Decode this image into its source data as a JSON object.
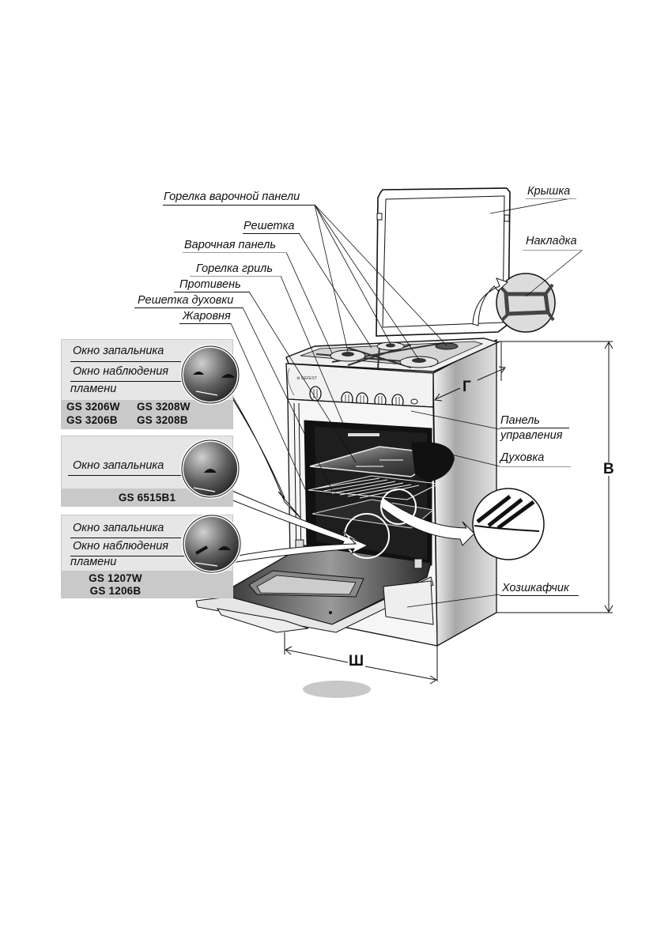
{
  "diagram": {
    "title": "Gas cooker components",
    "labels_left": [
      {
        "id": "hob-burner",
        "text": "Горелка варочной панели"
      },
      {
        "id": "grate",
        "text": "Решетка"
      },
      {
        "id": "hob",
        "text": "Варочная панель"
      },
      {
        "id": "grill-burner",
        "text": "Горелка гриль"
      },
      {
        "id": "baking-tray",
        "text": "Противень"
      },
      {
        "id": "oven-rack",
        "text": "Решетка духовки"
      },
      {
        "id": "roasting-pan",
        "text": "Жаровня"
      }
    ],
    "labels_right": [
      {
        "id": "lid",
        "text": "Крышка"
      },
      {
        "id": "burner-cap",
        "text": "Накладка"
      },
      {
        "id": "control-panel-line1",
        "text": "Панель"
      },
      {
        "id": "control-panel-line2",
        "text": "управления"
      },
      {
        "id": "oven",
        "text": "Духовка"
      },
      {
        "id": "storage-drawer",
        "text": "Хозшкафчик"
      }
    ],
    "dimensions": {
      "depth": "Г",
      "height": "В",
      "width": "Ш"
    },
    "insets": [
      {
        "labels": [
          "Окно запальника",
          "Окно наблюдения",
          "пламени"
        ],
        "models": [
          "GS 3206W",
          "GS 3208W",
          "GS 3206B",
          "GS 3208B"
        ]
      },
      {
        "labels": [
          "Окно запальника"
        ],
        "models": [
          "GS 6515B1"
        ]
      },
      {
        "labels": [
          "Окно запальника",
          "Окно наблюдения",
          "пламени"
        ],
        "models": [
          "GS 1207W",
          "GS 1206B"
        ]
      }
    ]
  }
}
